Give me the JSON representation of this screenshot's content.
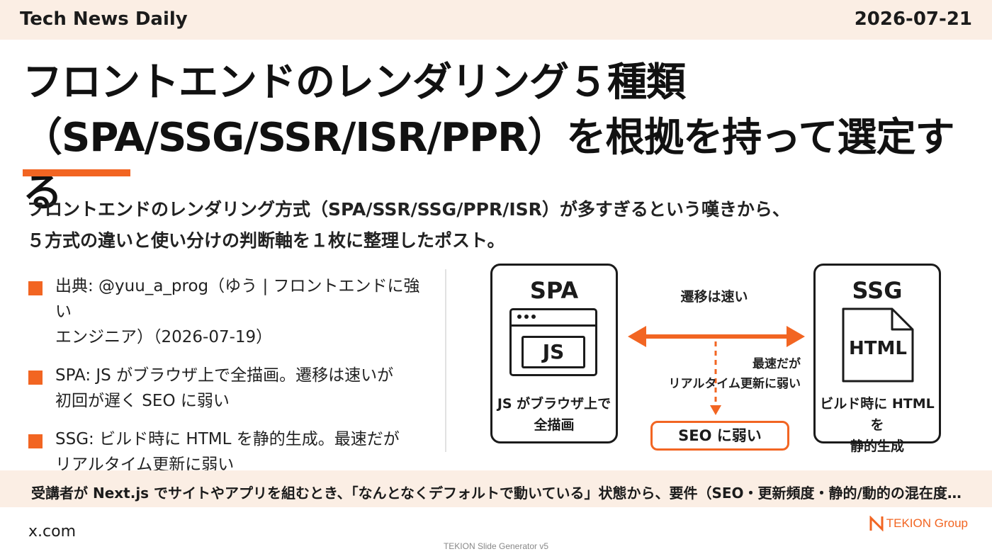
{
  "header": {
    "brand": "Tech News Daily",
    "date": "2026-07-21"
  },
  "title": {
    "line1": "フロントエンドのレンダリング５種類",
    "line2": "（SPA/SSG/SSR/ISR/PPR）を根拠を持って選定する"
  },
  "lead": {
    "line1": "フロントエンドのレンダリング方式（SPA/SSR/SSG/PPR/ISR）が多すぎるという嘆きから、",
    "line2": "５方式の違いと使い分けの判断軸を１枚に整理したポスト。"
  },
  "bullets": [
    {
      "line1": "出典: @yuu_a_prog（ゆう | フロントエンドに強い",
      "line2": "エンジニア）（2026-07-19）"
    },
    {
      "line1": "SPA: JS がブラウザ上で全描画。遷移は速いが",
      "line2": "初回が遅く SEO に弱い"
    },
    {
      "line1": "SSG: ビルド時に HTML を静的生成。最速だが",
      "line2": "リアルタイム更新に弱い"
    }
  ],
  "diagram": {
    "spa": {
      "title": "SPA",
      "inner": "JS",
      "caption_line1": "JS がブラウザ上で",
      "caption_line2": "全描画"
    },
    "ssg": {
      "title": "SSG",
      "inner": "HTML",
      "caption_line1": "ビルド時に HTML を",
      "caption_line2": "静的生成"
    },
    "fast_label": "遷移は速い",
    "weak_line1": "最速だが",
    "weak_line2": "リアルタイム更新に弱い",
    "seo_box": "SEO に弱い"
  },
  "footer": {
    "text": "受講者が Next.js でサイトやアプリを組むとき、「なんとなくデフォルトで動いている」状態から、要件（SEO・更新頻度・静的/動的の混在度…",
    "source": "x.com",
    "logo_text": "TEKION Group",
    "generator": "TEKION Slide Generator v5"
  },
  "colors": {
    "accent": "#f26522",
    "band": "#fbeee4",
    "text": "#1b1b1b"
  }
}
